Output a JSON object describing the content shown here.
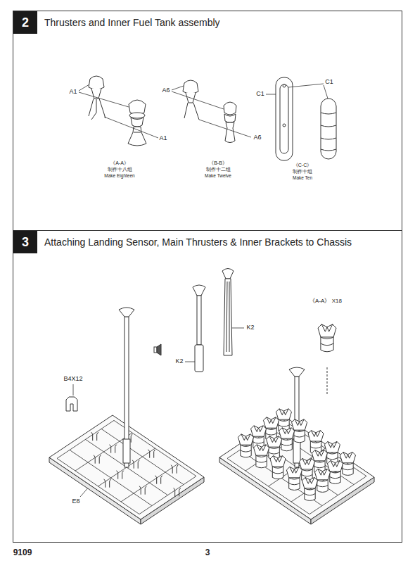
{
  "diagram": {
    "nodes": [
      {
        "text": [
          "2",
          "Thrusters and Inner Fuel Tank assembly"
        ]
      },
      {
        "text": [
          "3",
          "Attaching Landing Sensor, Main Thrusters & Inner Brackets to Chassis"
        ]
      }
    ],
    "labels": [
      "A1",
      "A1",
      "A6",
      "A6",
      "C1",
      "C1",
      "《A-A》",
      "制作十八组",
      "Make  Eighteen",
      "《B-B》",
      "制作十二组",
      "Make Twelve",
      "《C-C》",
      "制作十组",
      "Make Ten",
      "B4X12",
      "E8",
      "K2",
      "K2",
      "《A-A》 X18",
      "9109",
      "3"
    ]
  }
}
